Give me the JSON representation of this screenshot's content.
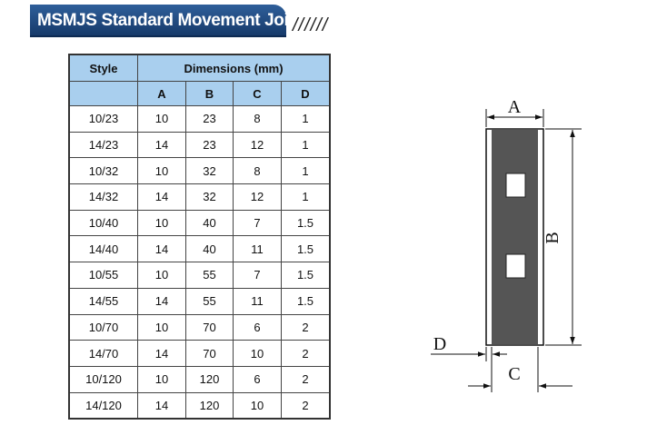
{
  "title": "MSMJS Standard Movement Joint",
  "title_decoration": "//////",
  "table": {
    "style_header": "Style",
    "dimensions_header": "Dimensions  (mm)",
    "sub_headers": [
      "A",
      "B",
      "C",
      "D"
    ],
    "rows": [
      [
        "10/23",
        "10",
        "23",
        "8",
        "1"
      ],
      [
        "14/23",
        "14",
        "23",
        "12",
        "1"
      ],
      [
        "10/32",
        "10",
        "32",
        "8",
        "1"
      ],
      [
        "14/32",
        "14",
        "32",
        "12",
        "1"
      ],
      [
        "10/40",
        "10",
        "40",
        "7",
        "1.5"
      ],
      [
        "14/40",
        "14",
        "40",
        "11",
        "1.5"
      ],
      [
        "10/55",
        "10",
        "55",
        "7",
        "1.5"
      ],
      [
        "14/55",
        "14",
        "55",
        "11",
        "1.5"
      ],
      [
        "10/70",
        "10",
        "70",
        "6",
        "2"
      ],
      [
        "14/70",
        "14",
        "70",
        "10",
        "2"
      ],
      [
        "10/120",
        "10",
        "120",
        "6",
        "2"
      ],
      [
        "14/120",
        "14",
        "120",
        "10",
        "2"
      ]
    ]
  },
  "diagram": {
    "labels": {
      "a": "A",
      "b": "B",
      "c": "C",
      "d": "D"
    },
    "colors": {
      "strip": "#555555",
      "header": "#a9cfee",
      "title_bg": "#1f4a80"
    }
  }
}
